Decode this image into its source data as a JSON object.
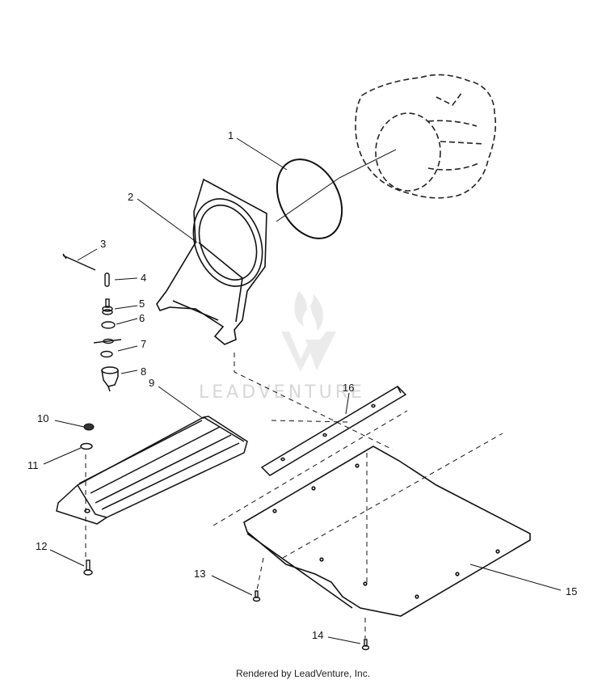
{
  "diagram": {
    "callouts": [
      {
        "id": "1",
        "label": "1"
      },
      {
        "id": "2",
        "label": "2"
      },
      {
        "id": "3",
        "label": "3"
      },
      {
        "id": "4",
        "label": "4"
      },
      {
        "id": "5",
        "label": "5"
      },
      {
        "id": "6",
        "label": "6"
      },
      {
        "id": "7",
        "label": "7"
      },
      {
        "id": "8",
        "label": "8"
      },
      {
        "id": "9",
        "label": "9"
      },
      {
        "id": "10",
        "label": "10"
      },
      {
        "id": "11",
        "label": "11"
      },
      {
        "id": "12",
        "label": "12"
      },
      {
        "id": "13",
        "label": "13"
      },
      {
        "id": "14",
        "label": "14"
      },
      {
        "id": "15",
        "label": "15"
      },
      {
        "id": "16",
        "label": "16"
      }
    ]
  },
  "watermark": {
    "text": "LEADVENTURE"
  },
  "footer": {
    "text": "Rendered by LeadVenture, Inc."
  }
}
